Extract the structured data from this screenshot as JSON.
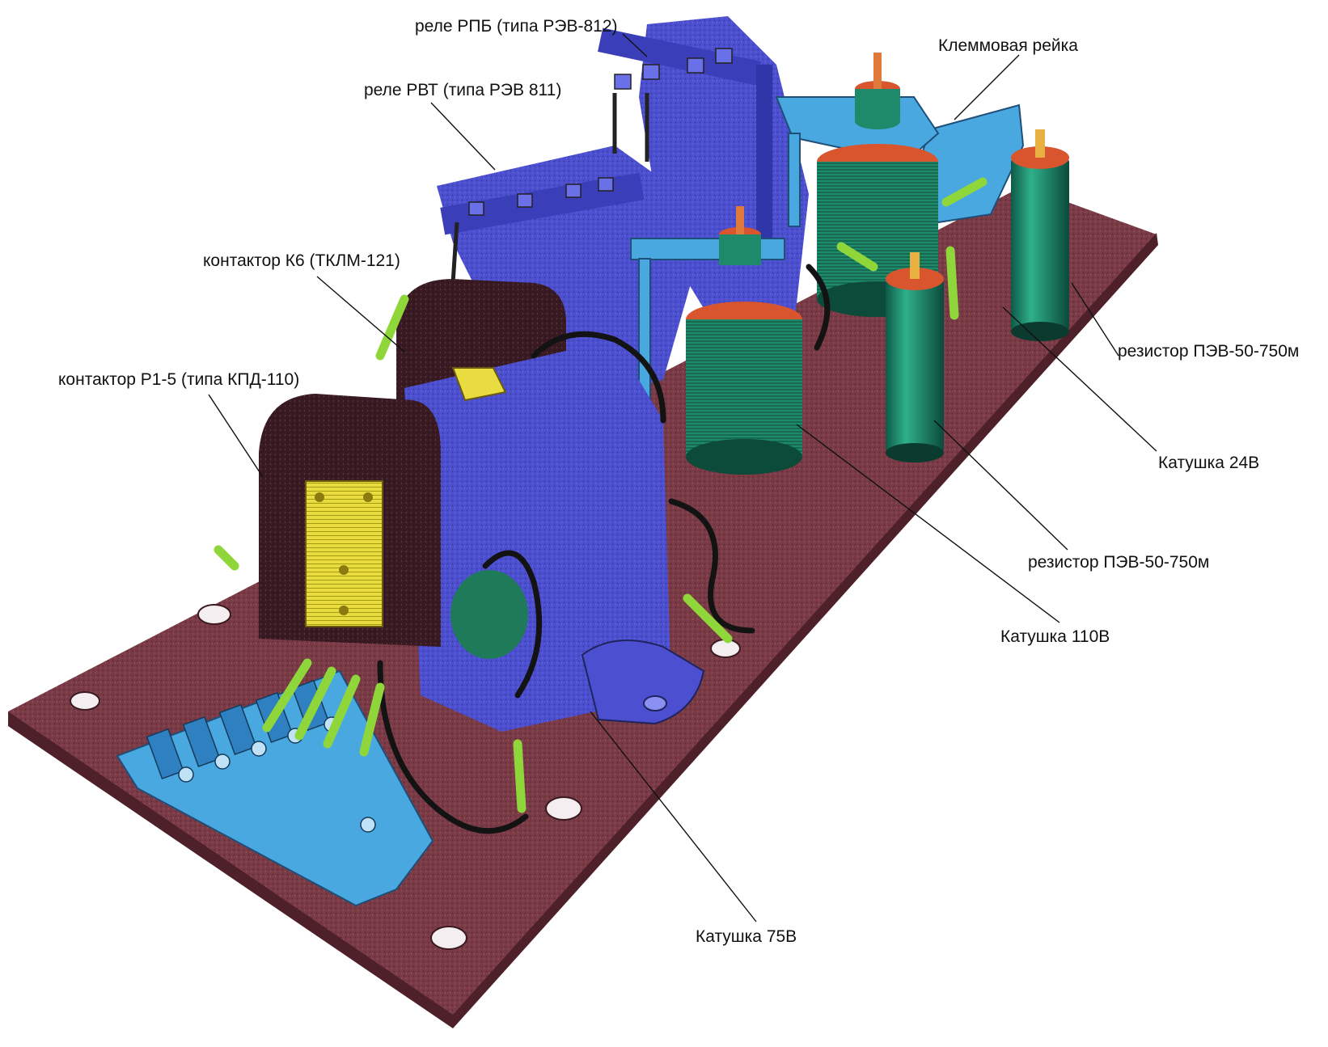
{
  "labels": {
    "rpb": "реле РПБ (типа РЭВ-812)",
    "rvt": "реле РВТ (типа РЭВ 811)",
    "terminal_strip": "Клеммовая рейка",
    "k6": "контактор К6 (ТКЛМ-121)",
    "r1_5": "контактор Р1-5 (типа КПД-110)",
    "resistor_top": "резистор ПЭВ-50-750м",
    "coil_24": "Катушка 24В",
    "resistor_mid": "резистор ПЭВ-50-750м",
    "coil_110": "Катушка 110В",
    "coil_75": "Катушка 75В"
  },
  "colors": {
    "base": "#7a3a46",
    "relay_blue": "#4b4fd0",
    "terminal_blue": "#4aa8e0",
    "coil_green": "#1f8a6a",
    "coil_cap": "#d8552e",
    "contactor_dark": "#3a1a22",
    "nameplate": "#e8dc40",
    "wire_sleeve": "#8fd63a"
  }
}
